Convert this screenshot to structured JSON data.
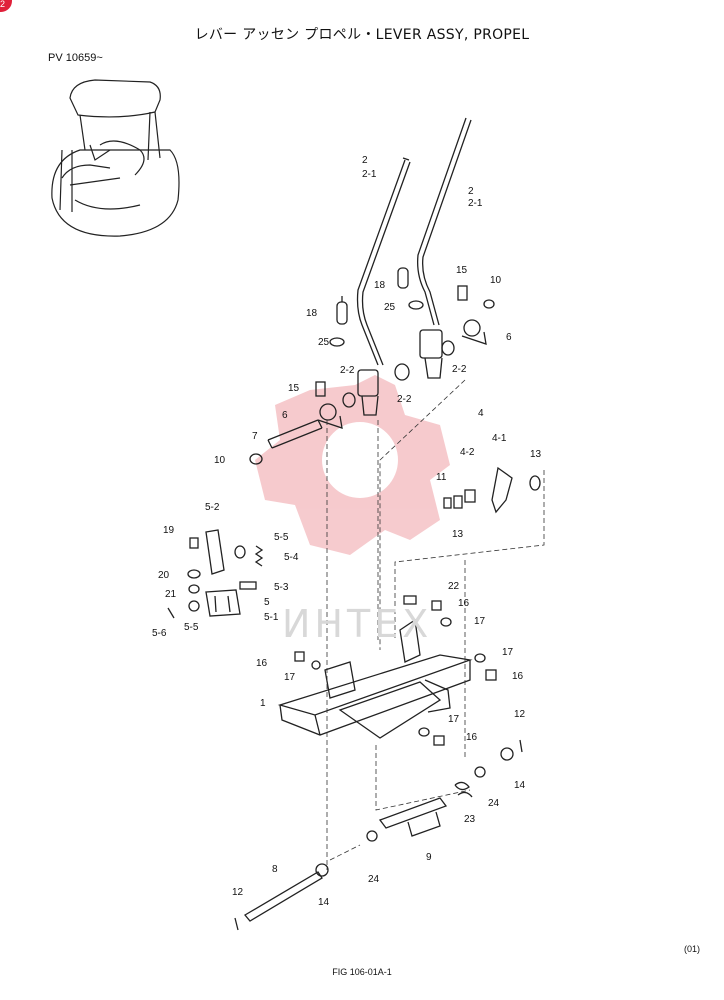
{
  "page": {
    "title": "レバー アッセン プロペル・LEVER ASSY, PROPEL",
    "serial": "PV 10659~",
    "figure_number": "FIG 106-01A-1",
    "sheet": "(01)",
    "corner_badge": "2",
    "watermark": "ИНТЕХ"
  },
  "callouts": [
    "2",
    "2-1",
    "2",
    "2-1",
    "18",
    "15",
    "10",
    "25",
    "6",
    "18",
    "25",
    "2-2",
    "2-2",
    "2-2",
    "15",
    "6",
    "7",
    "10",
    "4",
    "4-1",
    "4-2",
    "13",
    "11",
    "13",
    "5-2",
    "19",
    "5-5",
    "5-4",
    "20",
    "5-3",
    "21",
    "5",
    "5-1",
    "5-6",
    "5-5",
    "22",
    "16",
    "17",
    "16",
    "17",
    "17",
    "16",
    "1",
    "17",
    "16",
    "12",
    "14",
    "24",
    "23",
    "9",
    "8",
    "24",
    "12",
    "14"
  ]
}
